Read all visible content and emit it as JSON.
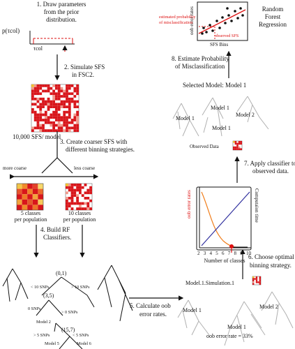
{
  "step1": {
    "label": "1. Draw parameters",
    "label2": "from the prior",
    "label3": "distribution.",
    "prior_label": "p(τcol)",
    "axis_label": "τcol"
  },
  "step2": {
    "label": "2. Simulate SFS",
    "label2": "in FSC2."
  },
  "sfs_count": "10,000 SFS/ model",
  "step3": {
    "label": "3. Create coarser SFS with",
    "label2": "different binning strategies."
  },
  "coarse": {
    "more": "more coarse",
    "less": "less coarse"
  },
  "classes5": {
    "line1": "5 classes",
    "line2": "per population"
  },
  "classes10": {
    "line1": "10 classes",
    "line2": "per population"
  },
  "step4": {
    "label": "4. Build RF",
    "label2": "Classifiers."
  },
  "tree": {
    "root": "(0,1)",
    "left_rule": "< 10 SNPs",
    "right_rule": "> 10 SNPs",
    "node2": "(3,5)",
    "zero_snps": "0 SNPs",
    "gt0_snps": "> 0 SNPs",
    "model2": "Model 2",
    "node3": "(15,7)",
    "gt5": "> 5 SNPs",
    "lt5": "< 5 SNPs",
    "model5": "Model 5",
    "model6": "Model 6"
  },
  "step5": {
    "label": "5. Calculate oob",
    "label2": "error rates."
  },
  "step6": {
    "label": "6. Choose optimal",
    "label2": "binning strategy."
  },
  "step7": {
    "label": "7. Apply classifier to",
    "label2": "observed data."
  },
  "step8": {
    "label": "8. Estimate Probability",
    "label2": "of Misclassification"
  },
  "rf_regression": {
    "line1": "Random",
    "line2": "Forest",
    "line3": "Regression"
  },
  "regression_plot": {
    "ylabel": "oob error rates",
    "xlabel": "SFS Bins",
    "est_label1": "estimated probability",
    "est_label2": "of misclassification",
    "obs_label": "observed SFS"
  },
  "selected_model": "Selected Model:  Model 1",
  "upper_models": {
    "m1a": "Model 1",
    "m2": "Model 2",
    "m1b": "Model 1",
    "m1c": "Model 1"
  },
  "observed_data": "Observed Data",
  "binning_plot": {
    "ylabel": "oob error rates",
    "ylabel2": "Computaion time",
    "xlabel": "Number of classes",
    "ticks": [
      "2",
      "3",
      "4",
      "5",
      "6",
      "7",
      "8",
      "9",
      "10"
    ]
  },
  "lower_models": {
    "sim": "Model.1.Simulation.1",
    "m1a": "Model 1",
    "m2": "Model 2",
    "m1b": "Model 1",
    "oob": "oob error rate = 33%"
  },
  "colors": {
    "heatmap_red": "#d8161b",
    "heatmap_yellow": "#f2c12e",
    "orange": "#f07d1a",
    "accent_red": "#d11",
    "blue_line": "#2f2f9e",
    "tree_gray": "#aaaaaa"
  }
}
